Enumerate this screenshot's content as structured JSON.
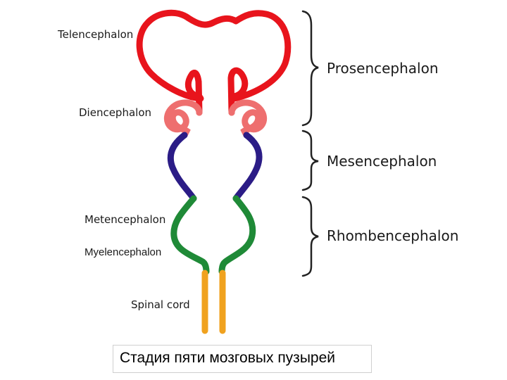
{
  "labels": {
    "telencephalon": "Telencephalon",
    "diencephalon": "Diencephalon",
    "metencephalon": "Metencephalon",
    "myelencephalon": "Myelencephalon",
    "spinal_cord": "Spinal cord"
  },
  "groups": {
    "prosencephalon": "Prosencephalon",
    "mesencephalon": "Mesencephalon",
    "rhombencephalon": "Rhombencephalon"
  },
  "caption": "Стадия пяти мозговых пузырей",
  "colors": {
    "telencephalon": "#e8141c",
    "diencephalon": "#ee6f6f",
    "mesencephalon": "#2b1c86",
    "rhombencephalon": "#1f8a37",
    "spinal_cord": "#f0a21f",
    "brace": "#222222"
  }
}
